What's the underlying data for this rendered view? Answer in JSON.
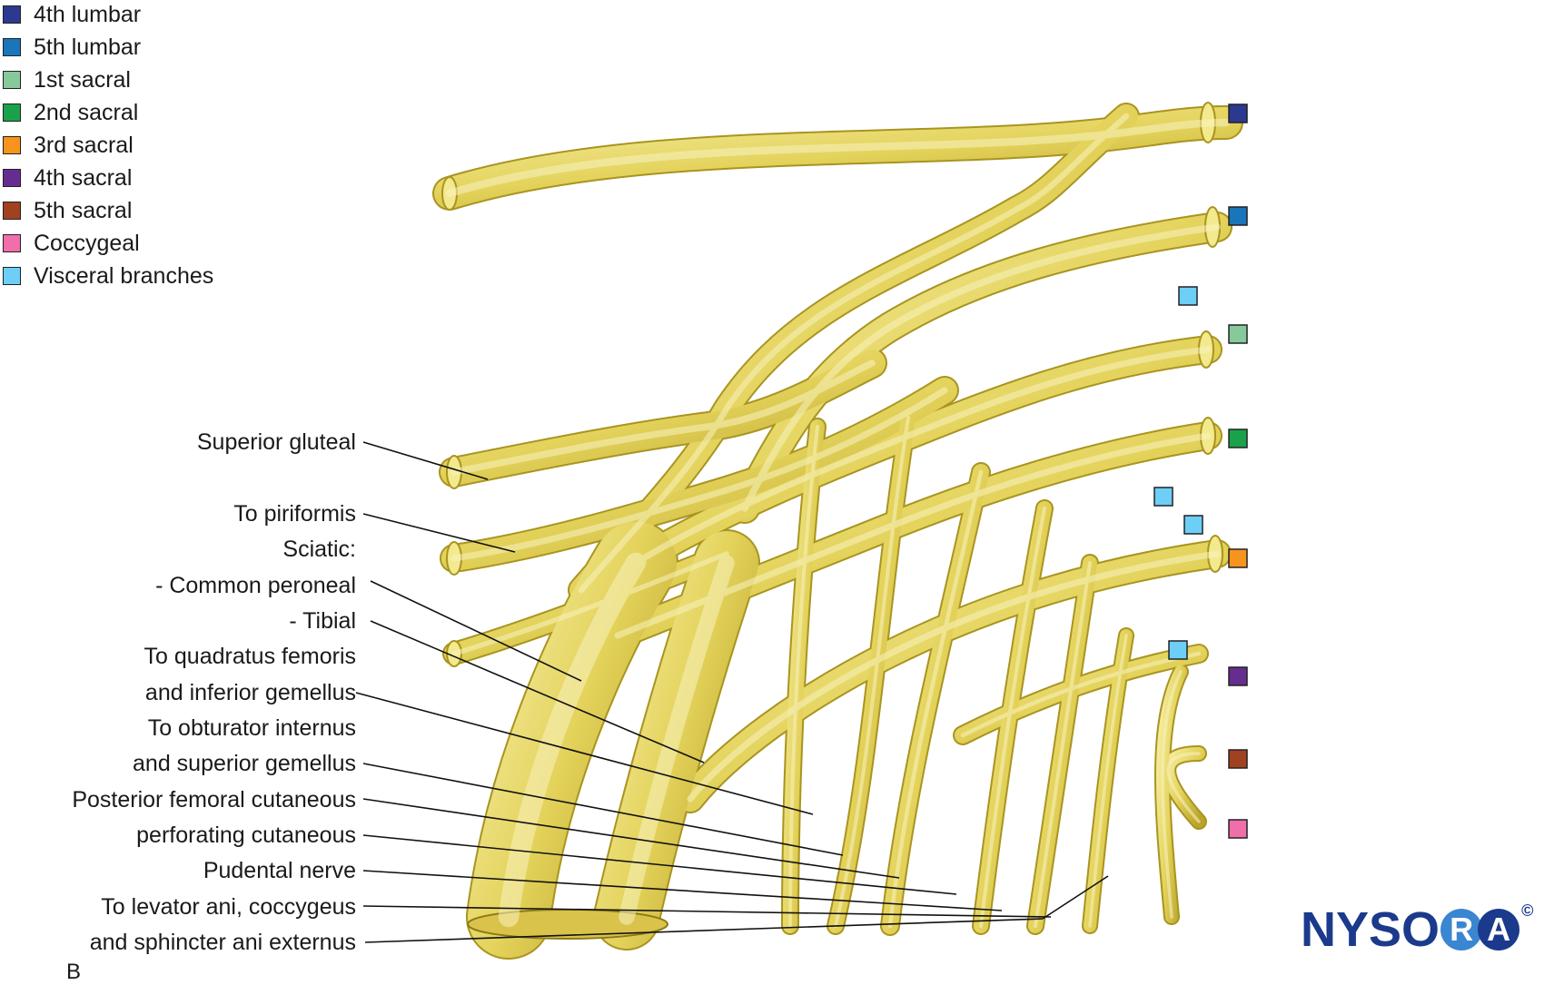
{
  "legend": {
    "items": [
      {
        "label": "4th lumbar",
        "color": "#2b3990"
      },
      {
        "label": "5th lumbar",
        "color": "#1a75bb"
      },
      {
        "label": "1st sacral",
        "color": "#86c99b"
      },
      {
        "label": "2nd sacral",
        "color": "#1aa24b"
      },
      {
        "label": "3rd sacral",
        "color": "#f7941d"
      },
      {
        "label": "4th sacral",
        "color": "#662d91"
      },
      {
        "label": "5th sacral",
        "color": "#a0421f"
      },
      {
        "label": "Coccygeal",
        "color": "#f06eaa"
      },
      {
        "label": "Visceral branches",
        "color": "#6dcff6"
      }
    ]
  },
  "labels": {
    "superior_gluteal": "Superior gluteal",
    "to_piriformis": "To piriformis",
    "sciatic": "Sciatic:",
    "common_peroneal": "- Common peroneal",
    "tibial": "- Tibial",
    "quadratus_1": "To quadratus femoris",
    "quadratus_2": "and inferior gemellus",
    "obturator_1": "To obturator internus",
    "obturator_2": "and superior gemellus",
    "posterior_femoral": "Posterior femoral cutaneous",
    "perforating": "perforating cutaneous",
    "pudendal": "Pudental nerve",
    "levator_1": "To levator ani, coccygeus",
    "levator_2": "and sphincter ani externus"
  },
  "figure_letter": "B",
  "logo": {
    "text": "NYSORA",
    "copyright": "©"
  },
  "colors": {
    "nerve": "#e3d25a",
    "nerve_dark": "#b9a32a",
    "nerve_light": "#f6eda0"
  }
}
